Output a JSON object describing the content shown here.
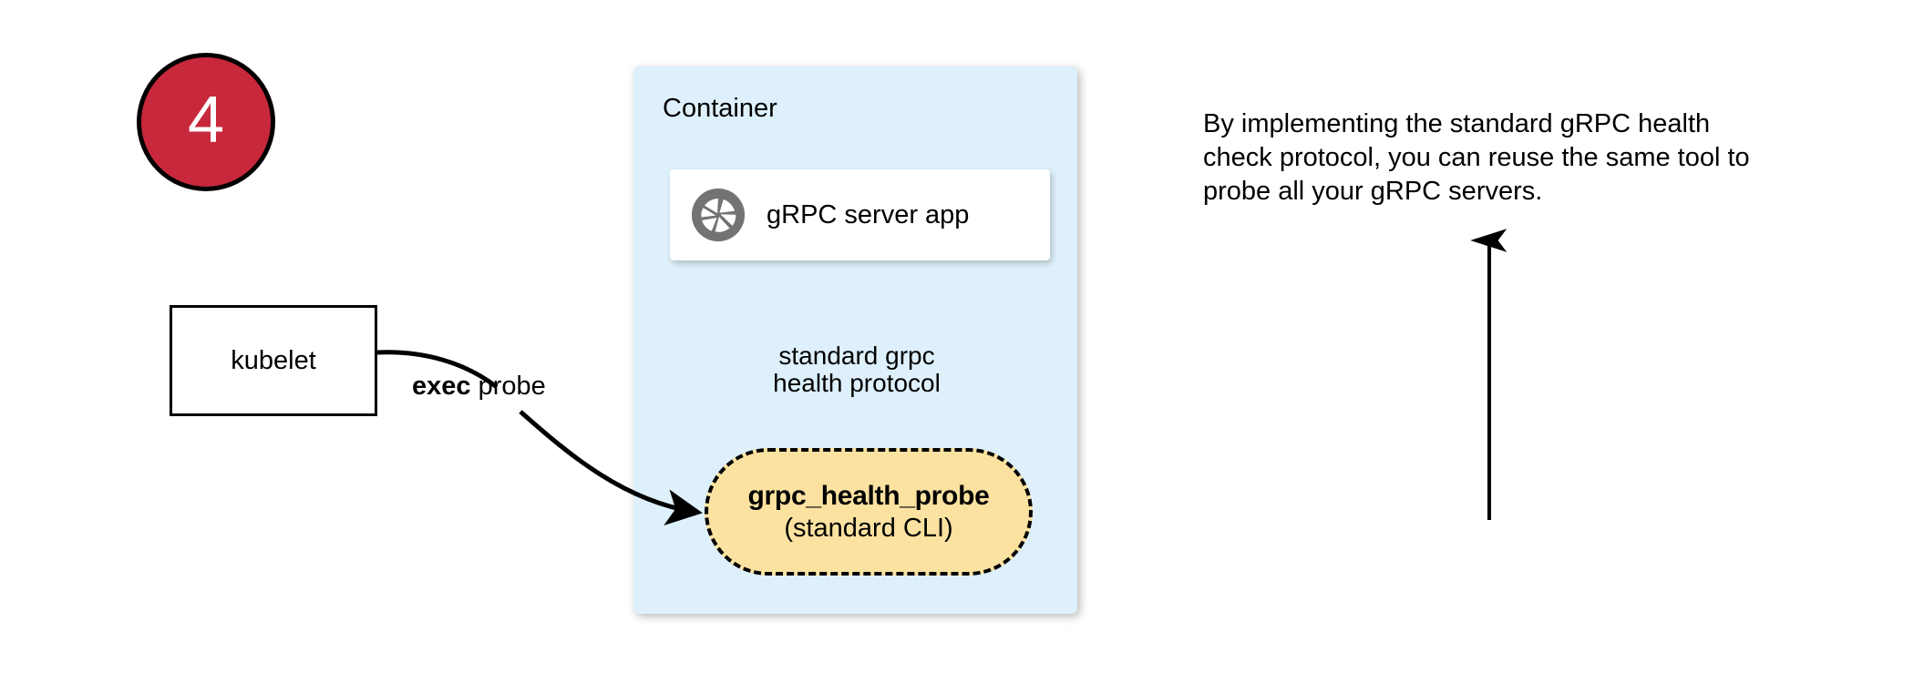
{
  "step": {
    "number": "4"
  },
  "kubelet": {
    "label": "kubelet"
  },
  "exec_probe": {
    "keyword": "exec",
    "rest": " probe"
  },
  "container": {
    "title": "Container",
    "fill_color": "#DEF0FB"
  },
  "grpc_server_app": {
    "label": "gRPC server app",
    "icon": "aperture-icon",
    "icon_color": "#737373"
  },
  "protocol_link": {
    "line1": "standard grpc",
    "line2": "health protocol"
  },
  "probe": {
    "title": "grpc_health_probe",
    "subtitle": "(standard CLI)",
    "fill_color": "#FBE2A0"
  },
  "caption": {
    "text": "By implementing the standard gRPC health check protocol, you can reuse the same tool to probe all your gRPC servers."
  },
  "colors": {
    "badge_red": "#C8283C",
    "stroke_black": "#000000",
    "page_background": "#FFFFFF"
  }
}
